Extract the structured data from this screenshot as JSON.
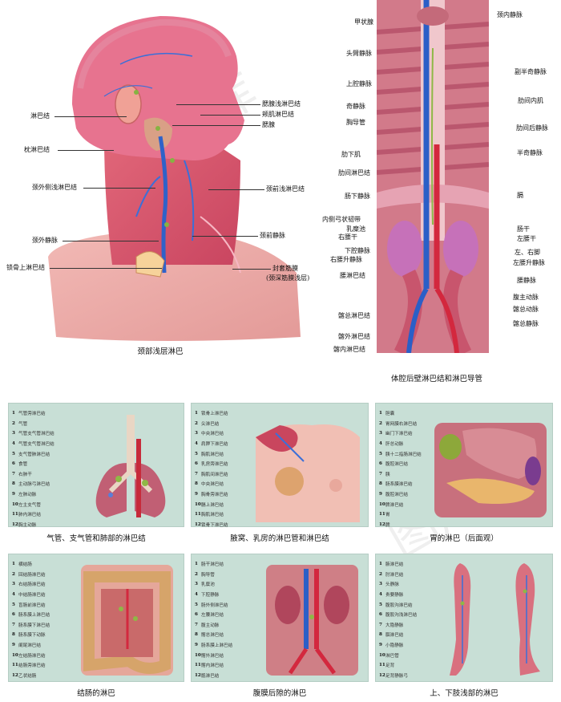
{
  "neck": {
    "title": "颈部浅层淋巴",
    "labels_left": [
      "淋巴结",
      "枕淋巴结",
      "颈外侧浅淋巴结",
      "颈外静脉",
      "锁骨上淋巴结"
    ],
    "labels_right": [
      "腮腺浅淋巴结",
      "颊肌淋巴结",
      "腮腺",
      "颈前浅淋巴结",
      "颈前静脉",
      "封套筋膜",
      "(颈深筋膜浅层)"
    ]
  },
  "trunk": {
    "title": "体腔后壁淋巴结和淋巴导管",
    "labels_left": [
      "甲状腺",
      "头臂静脉",
      "上腔静脉",
      "奇静脉",
      "胸导管",
      "肋下肌",
      "肋间淋巴结",
      "肠下静脉",
      "内侧弓状韧带",
      "乳糜池",
      "右腰干",
      "下腔静脉",
      "右腰升静脉",
      "腰淋巴结",
      "髂总淋巴结",
      "髂外淋巴结",
      "髂内淋巴结"
    ],
    "labels_right": [
      "颈内静脉",
      "副半奇静脉",
      "肋间内肌",
      "肋间后静脉",
      "半奇静脉",
      "膈",
      "肠干",
      "左腰干",
      "左、右脚",
      "左腰升静脉",
      "腰静脉",
      "腹主动脉",
      "髂总动脉",
      "髂总静脉"
    ]
  },
  "panels": [
    {
      "caption": "气管、支气管和肺部的淋巴结",
      "legend": [
        "气管旁淋巴结",
        "气管",
        "气管支气管淋巴结",
        "气管支气管淋巴结",
        "支气管肺淋巴结",
        "食管",
        "右肺干",
        "主动脉弓淋巴结",
        "左肺动脉",
        "左主支气管",
        "肺内淋巴结",
        "胸主动脉"
      ]
    },
    {
      "caption": "腋窝、乳房的淋巴管和淋巴结",
      "legend": [
        "锁骨上淋巴结",
        "尖淋巴结",
        "中央淋巴结",
        "肩胛下淋巴结",
        "胸肌淋巴结",
        "乳房旁淋巴结",
        "胸肌间淋巴结",
        "中央淋巴结",
        "胸骨旁淋巴结",
        "膈上淋巴结",
        "胸肌淋巴结",
        "锁骨下淋巴结"
      ]
    },
    {
      "caption": "胃的淋巴（后面观）",
      "legend": [
        "胆囊",
        "胃网膜右淋巴结",
        "幽门下淋巴结",
        "肝总动脉",
        "胰十二指肠淋巴结",
        "腹腔淋巴结",
        "胰",
        "肠系膜淋巴结",
        "腹腔淋巴结",
        "脾淋巴结",
        "胃",
        "脾"
      ]
    },
    {
      "caption": "结肠的淋巴",
      "legend": [
        "横结肠",
        "回结肠淋巴结",
        "右结肠淋巴结",
        "中结肠淋巴结",
        "盲肠前淋巴结",
        "肠系膜上淋巴结",
        "肠系膜下淋巴结",
        "肠系膜下动脉",
        "阑尾淋巴结",
        "左结肠淋巴结",
        "结肠旁淋巴结",
        "乙状结肠"
      ]
    },
    {
      "caption": "腹膜后隙的淋巴",
      "legend": [
        "肠干淋巴结",
        "胸导管",
        "乳糜池",
        "下腔静脉",
        "肠外侧淋巴结",
        "左腰淋巴结",
        "腹主动脉",
        "髂总淋巴结",
        "肠系膜上淋巴结",
        "髂外淋巴结",
        "髂内淋巴结",
        "骶淋巴结"
      ]
    },
    {
      "caption": "上、下肢浅部的淋巴",
      "legend": [
        "腋淋巴结",
        "肘淋巴结",
        "头静脉",
        "贵要静脉",
        "腹股沟淋巴结",
        "腹股沟浅淋巴结",
        "大隐静脉",
        "腘淋巴结",
        "小隐静脉",
        "淋巴管",
        "足背",
        "足背静脉弓"
      ]
    }
  ]
}
